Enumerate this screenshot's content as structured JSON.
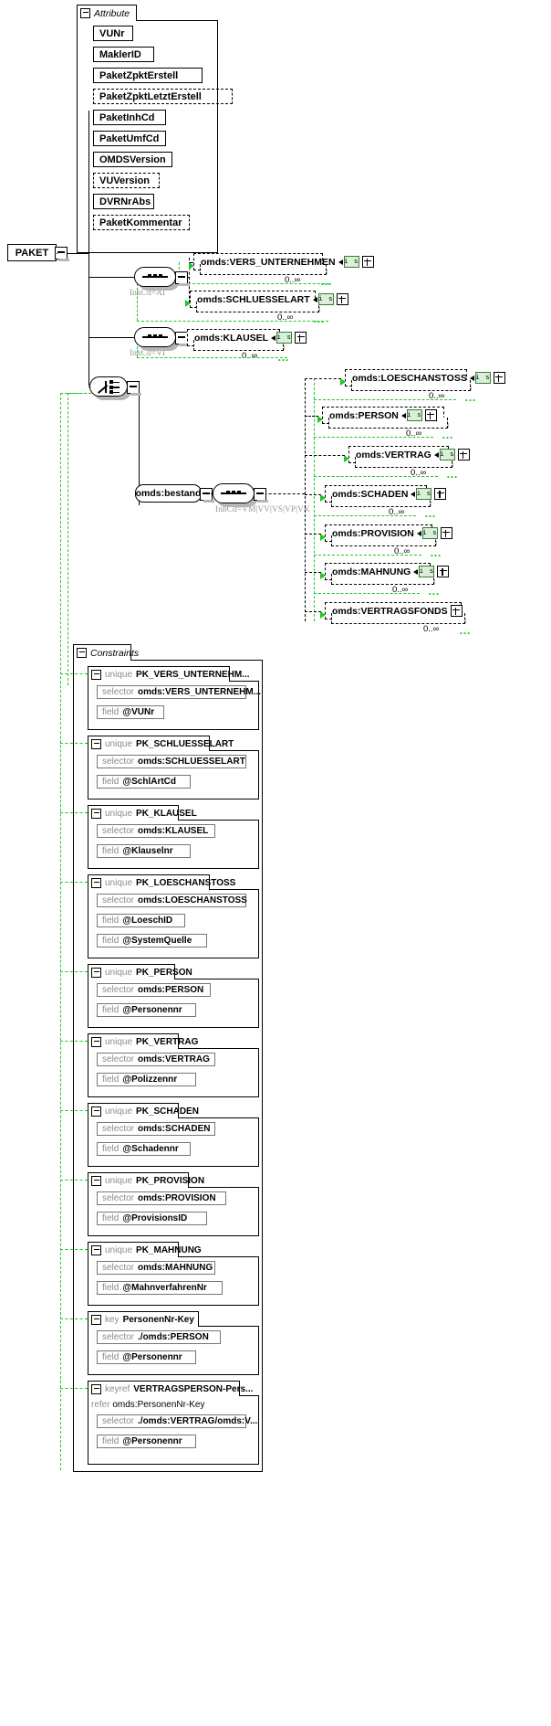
{
  "root": {
    "label": "PAKET"
  },
  "attribute_group": {
    "title": "Attribute",
    "items": [
      {
        "label": "VUNr",
        "optional": false
      },
      {
        "label": "MaklerID",
        "optional": false
      },
      {
        "label": "PaketZpktErstell",
        "optional": false
      },
      {
        "label": "PaketZpktLetztErstell",
        "optional": true
      },
      {
        "label": "PaketInhCd",
        "optional": false
      },
      {
        "label": "PaketUmfCd",
        "optional": false
      },
      {
        "label": "OMDSVersion",
        "optional": false
      },
      {
        "label": "VUVersion",
        "optional": true
      },
      {
        "label": "DVRNrAbs",
        "optional": false
      },
      {
        "label": "PaketKommentar",
        "optional": true
      }
    ]
  },
  "branches": [
    {
      "compositor": "sequence",
      "annotation": "InhCd=AI",
      "elements": [
        {
          "label": "omds:VERS_UNTERNEHMEN",
          "badge": "i s",
          "occurrence": "0..∞"
        },
        {
          "label": "omds:SCHLUESSELART",
          "badge": "i s",
          "occurrence": "0..∞"
        }
      ]
    },
    {
      "compositor": "sequence",
      "annotation": "InhCd=VI",
      "elements": [
        {
          "label": "omds:KLAUSEL",
          "badge": "i s",
          "occurrence": "0..∞"
        }
      ]
    }
  ],
  "choice": {
    "compositor": "choice"
  },
  "bestand": {
    "label": "omds:bestand",
    "compositor": "sequence",
    "annotation": "InhCd=VM|VV|VS|VP|VK",
    "elements": [
      {
        "label": "omds:LOESCHANSTOSS",
        "badge": "i s",
        "occurrence": "0..∞"
      },
      {
        "label": "omds:PERSON",
        "badge": "i s",
        "occurrence": "0..∞"
      },
      {
        "label": "omds:VERTRAG",
        "badge": "i s",
        "occurrence": "0..∞"
      },
      {
        "label": "omds:SCHADEN",
        "badge": "i s",
        "occurrence": "0..∞"
      },
      {
        "label": "omds:PROVISION",
        "badge": "i s",
        "occurrence": "0..∞"
      },
      {
        "label": "omds:MAHNUNG",
        "badge": "i s",
        "occurrence": "0..∞"
      },
      {
        "label": "omds:VERTRAGSFONDS",
        "badge": "",
        "occurrence": "0..∞"
      }
    ]
  },
  "constraints": {
    "title": "Constraints",
    "labels": {
      "selector": "selector",
      "field": "field",
      "refer": "refer"
    },
    "items": [
      {
        "kind": "unique",
        "name": "PK_VERS_UNTERNEHM...",
        "rows": [
          {
            "label": "selector",
            "value": "omds:VERS_UNTERNEHM..."
          },
          {
            "label": "field",
            "value": "@VUNr"
          }
        ]
      },
      {
        "kind": "unique",
        "name": "PK_SCHLUESSELART",
        "rows": [
          {
            "label": "selector",
            "value": "omds:SCHLUESSELART"
          },
          {
            "label": "field",
            "value": "@SchlArtCd"
          }
        ]
      },
      {
        "kind": "unique",
        "name": "PK_KLAUSEL",
        "rows": [
          {
            "label": "selector",
            "value": "omds:KLAUSEL"
          },
          {
            "label": "field",
            "value": "@Klauselnr"
          }
        ]
      },
      {
        "kind": "unique",
        "name": "PK_LOESCHANSTOSS",
        "rows": [
          {
            "label": "selector",
            "value": "omds:LOESCHANSTOSS"
          },
          {
            "label": "field",
            "value": "@LoeschID"
          },
          {
            "label": "field",
            "value": "@SystemQuelle"
          }
        ]
      },
      {
        "kind": "unique",
        "name": "PK_PERSON",
        "rows": [
          {
            "label": "selector",
            "value": "omds:PERSON"
          },
          {
            "label": "field",
            "value": "@Personennr"
          }
        ]
      },
      {
        "kind": "unique",
        "name": "PK_VERTRAG",
        "rows": [
          {
            "label": "selector",
            "value": "omds:VERTRAG"
          },
          {
            "label": "field",
            "value": "@Polizzennr"
          }
        ]
      },
      {
        "kind": "unique",
        "name": "PK_SCHADEN",
        "rows": [
          {
            "label": "selector",
            "value": "omds:SCHADEN"
          },
          {
            "label": "field",
            "value": "@Schadennr"
          }
        ]
      },
      {
        "kind": "unique",
        "name": "PK_PROVISION",
        "rows": [
          {
            "label": "selector",
            "value": "omds:PROVISION"
          },
          {
            "label": "field",
            "value": "@ProvisionsID"
          }
        ]
      },
      {
        "kind": "unique",
        "name": "PK_MAHNUNG",
        "rows": [
          {
            "label": "selector",
            "value": "omds:MAHNUNG"
          },
          {
            "label": "field",
            "value": "@MahnverfahrenNr"
          }
        ]
      },
      {
        "kind": "key",
        "name": "PersonenNr-Key",
        "rows": [
          {
            "label": "selector",
            "value": "./omds:PERSON"
          },
          {
            "label": "field",
            "value": "@Personennr"
          }
        ]
      },
      {
        "kind": "keyref",
        "name": "VERTRAGSPERSON-Pers...",
        "refer": "omds:PersonenNr-Key",
        "rows": [
          {
            "label": "selector",
            "value": "./omds:VERTRAG/omds:V..."
          },
          {
            "label": "field",
            "value": "@Personennr"
          }
        ]
      }
    ]
  },
  "colors": {
    "green": "#1ec81e",
    "badge_bg": "#d8f0d8",
    "shadow": "#b6b6b6"
  }
}
